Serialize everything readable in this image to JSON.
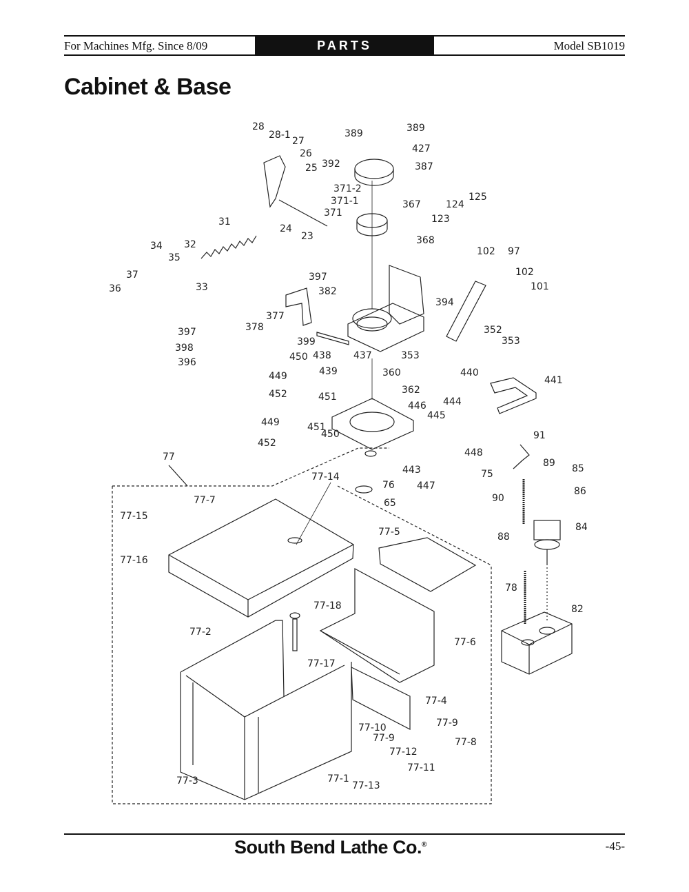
{
  "header": {
    "left": "For Machines Mfg. Since 8/09",
    "center": "PARTS",
    "right": "Model SB1019"
  },
  "title": "Cabinet & Base",
  "labels": {
    "l28": "28",
    "l28_1": "28-1",
    "l27": "27",
    "l26": "26",
    "l25": "25",
    "l389a": "389",
    "l389b": "389",
    "l427": "427",
    "l387": "387",
    "l392": "392",
    "l371_2": "371-2",
    "l371_1": "371-1",
    "l371": "371",
    "l367": "367",
    "l124": "124",
    "l125": "125",
    "l123": "123",
    "l368": "368",
    "l31": "31",
    "l24": "24",
    "l23": "23",
    "l34": "34",
    "l32": "32",
    "l35": "35",
    "l37": "37",
    "l36": "36",
    "l33": "33",
    "l102a": "102",
    "l97": "97",
    "l102b": "102",
    "l101": "101",
    "l397a": "397",
    "l382": "382",
    "l394": "394",
    "l377": "377",
    "l378": "378",
    "l397b": "397",
    "l398": "398",
    "l396": "396",
    "l399": "399",
    "l352": "352",
    "l353a": "353",
    "l353b": "353",
    "l450a": "450",
    "l438": "438",
    "l437": "437",
    "l360": "360",
    "l439": "439",
    "l449a": "449",
    "l452a": "452",
    "l451a": "451",
    "l440": "440",
    "l441": "441",
    "l362": "362",
    "l446": "446",
    "l444": "444",
    "l445": "445",
    "l449b": "449",
    "l451b": "451",
    "l450b": "450",
    "l452b": "452",
    "l448": "448",
    "l91": "91",
    "l77": "77",
    "l77_14": "77-14",
    "l443": "443",
    "l89": "89",
    "l85": "85",
    "l75": "75",
    "l76": "76",
    "l447": "447",
    "l90": "90",
    "l86": "86",
    "l65": "65",
    "l77_7": "77-7",
    "l77_15": "77-15",
    "l77_5": "77-5",
    "l84": "84",
    "l88": "88",
    "l77_16": "77-16",
    "l78": "78",
    "l82": "82",
    "l77_18": "77-18",
    "l77_2": "77-2",
    "l77_6": "77-6",
    "l77_17": "77-17",
    "l77_4": "77-4",
    "l77_9a": "77-9",
    "l77_10": "77-10",
    "l77_9b": "77-9",
    "l77_8": "77-8",
    "l77_12": "77-12",
    "l77_11": "77-11",
    "l77_3": "77-3",
    "l77_1": "77-1",
    "l77_13": "77-13"
  },
  "footer": {
    "brand": "South Bend Lathe Co.",
    "brand_mark": "®",
    "page": "-45-"
  }
}
